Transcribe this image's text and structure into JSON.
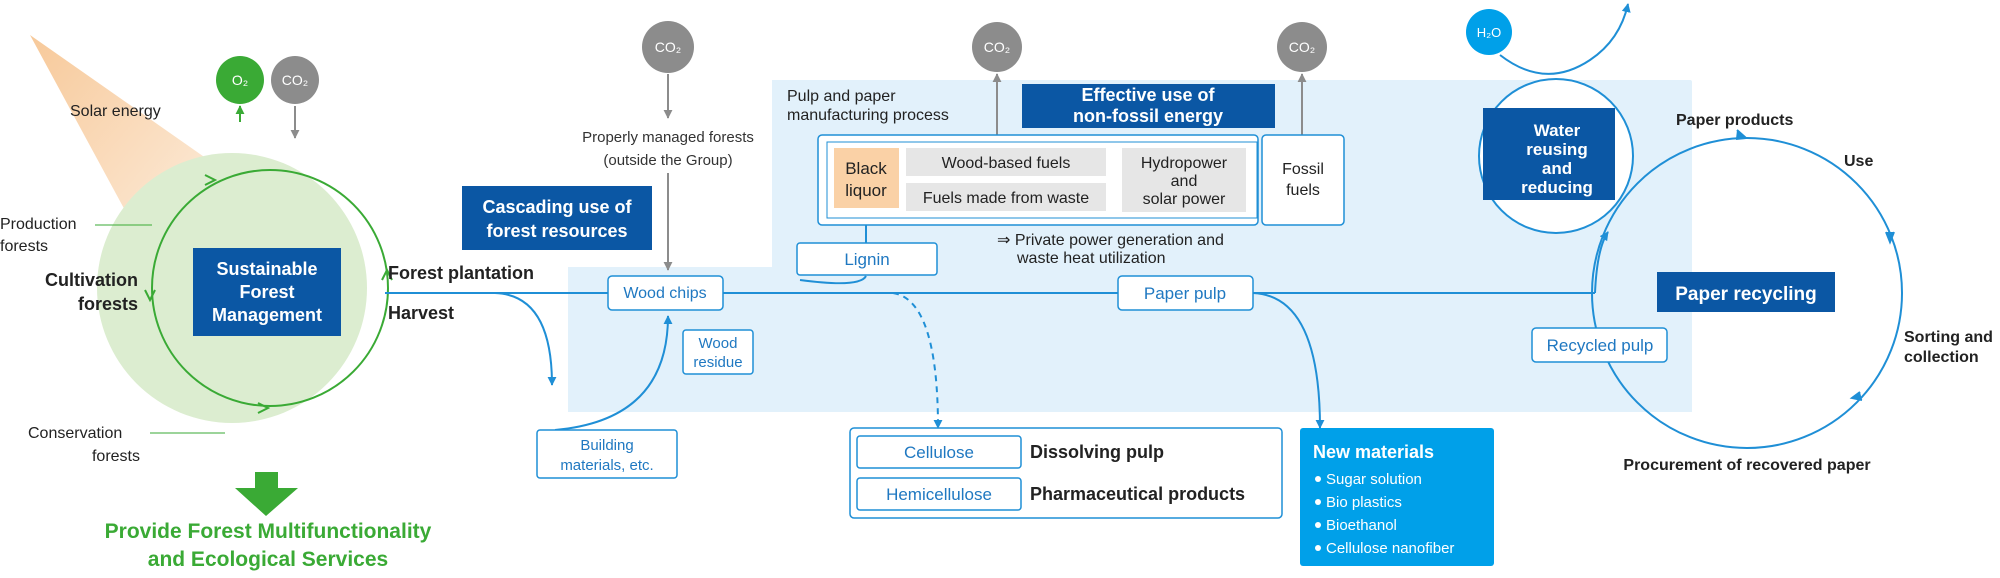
{
  "colors": {
    "flow_blue": "#1f8fd6",
    "dark_blue": "#0b57a4",
    "bright_blue": "#00a0e9",
    "light_blue_bg": "#e2f1fb",
    "green": "#3aaa35",
    "light_green": "#dcedd0",
    "gray_circle": "#8c8c8c",
    "gray_box": "#e6e6e6",
    "peach": "#fad1a6",
    "solar_orange": "#f7c99a"
  },
  "left": {
    "solar_energy": "Solar energy",
    "o2": "O₂",
    "co2": "CO₂",
    "production_forests": [
      "Production",
      "forests"
    ],
    "cultivation_forests": [
      "Cultivation",
      "forests"
    ],
    "conservation_forests": [
      "Conservation",
      "forests"
    ],
    "sfm": [
      "Sustainable",
      "Forest",
      "Management"
    ],
    "forest_plantation": "Forest plantation",
    "harvest": "Harvest",
    "provide": [
      "Provide Forest Multifunctionality",
      "and Ecological Services"
    ]
  },
  "middle": {
    "co2_top": "CO₂",
    "managed_forests": [
      "Properly managed forests",
      "(outside the Group)"
    ],
    "cascading": [
      "Cascading use of",
      "forest resources"
    ],
    "wood_chips": "Wood chips",
    "wood_residue": [
      "Wood",
      "residue"
    ],
    "building_materials": [
      "Building",
      "materials, etc."
    ]
  },
  "process": {
    "title": [
      "Pulp and paper",
      "manufacturing process"
    ],
    "effective_use": [
      "Effective use of",
      "non-fossil energy"
    ],
    "co2_a": "CO₂",
    "co2_b": "CO₂",
    "black_liquor": [
      "Black",
      "liquor"
    ],
    "wood_based_fuels": "Wood-based fuels",
    "fuels_from_waste": "Fuels made from waste",
    "hydropower": [
      "Hydropower",
      "and",
      "solar power"
    ],
    "fossil_fuels": [
      "Fossil",
      "fuels"
    ],
    "private_power": [
      "⇒ Private power generation and",
      "waste heat utilization"
    ],
    "lignin": "Lignin",
    "paper_pulp": "Paper pulp"
  },
  "products": {
    "cellulose": "Cellulose",
    "dissolving_pulp": "Dissolving pulp",
    "hemicellulose": "Hemicellulose",
    "pharmaceutical": "Pharmaceutical products",
    "new_materials_title": "New materials",
    "new_materials_items": [
      "Sugar solution",
      "Bio plastics",
      "Bioethanol",
      "Cellulose nanofiber"
    ]
  },
  "recycling": {
    "h2o": "H₂O",
    "water": [
      "Water",
      "reusing",
      "and",
      "reducing"
    ],
    "paper_products": "Paper products",
    "use": "Use",
    "paper_recycling": "Paper recycling",
    "sorting": [
      "Sorting and",
      "collection"
    ],
    "recycled_pulp": "Recycled pulp",
    "procurement": "Procurement of recovered paper"
  }
}
